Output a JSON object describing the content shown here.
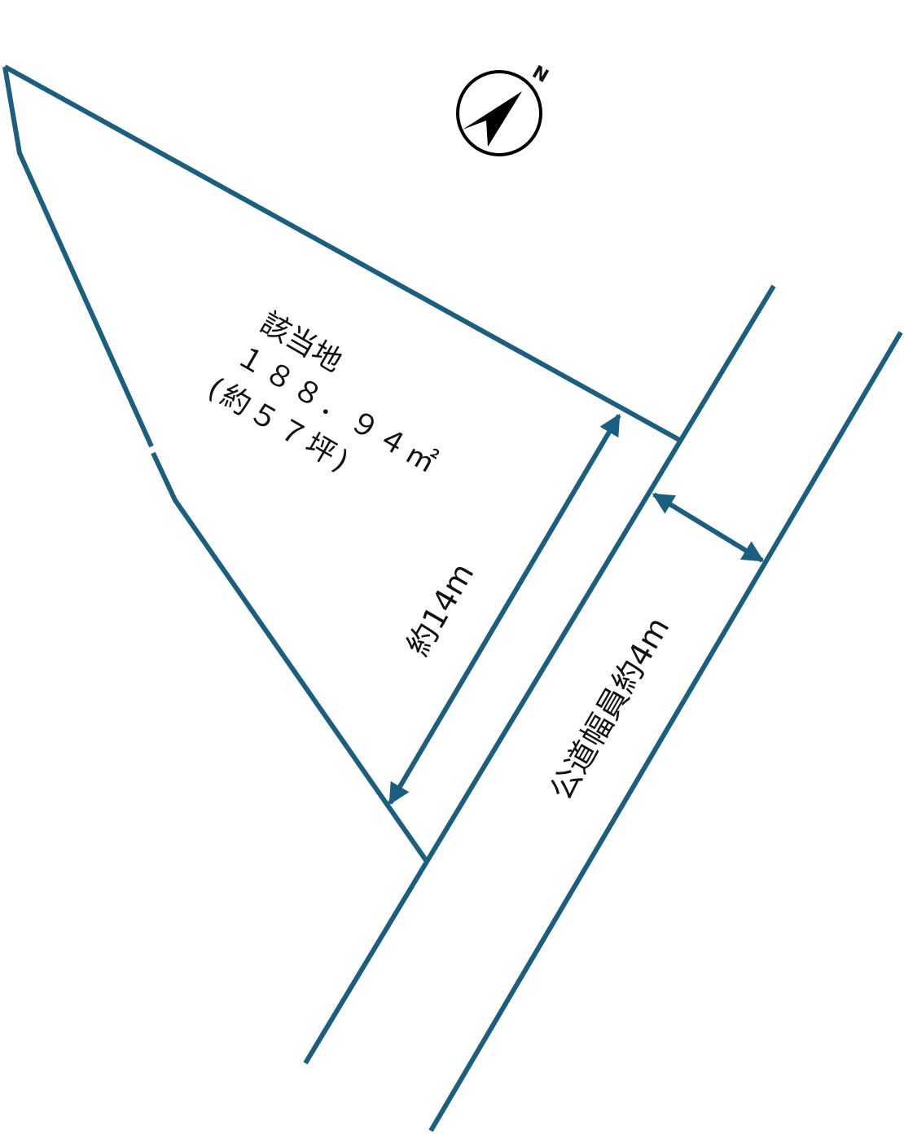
{
  "colors": {
    "line": "#1a5f80",
    "compass": "#000000"
  },
  "compass": {
    "label": "N",
    "icon": "north-arrow-icon"
  },
  "parcel": {
    "name": "該当地",
    "area": "１８８．９４㎡",
    "tsubo": "(約５７坪)"
  },
  "frontage": {
    "label": "約14m"
  },
  "road": {
    "label": "公道幅員約4m"
  }
}
